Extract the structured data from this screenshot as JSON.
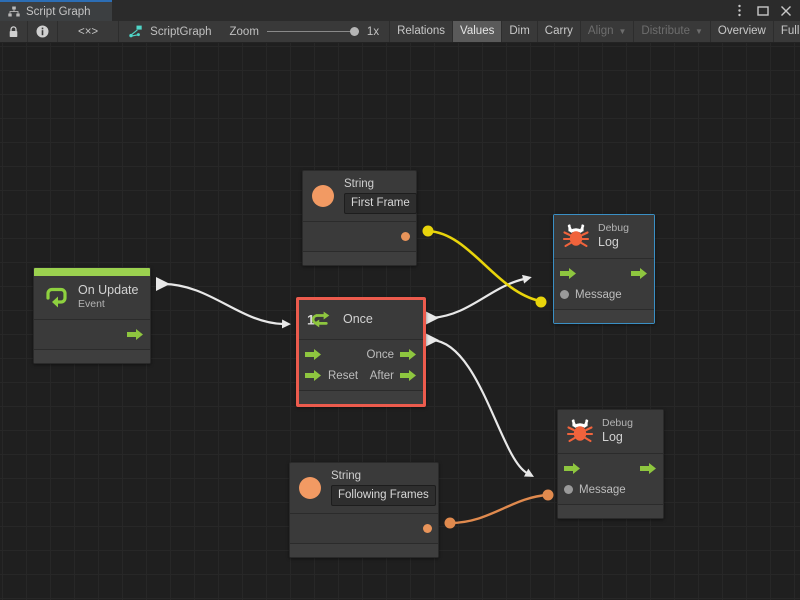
{
  "window": {
    "tab_label": "Script Graph",
    "tab_icon": "graph-icon",
    "controls": [
      {
        "name": "more-options",
        "glyph": "⋮"
      },
      {
        "name": "maximize",
        "glyph": "❐"
      },
      {
        "name": "close",
        "glyph": "✕"
      }
    ]
  },
  "toolbar": {
    "lock_icon": "lock-icon",
    "info_icon": "info-icon",
    "code_label": "<×>",
    "breadcrumb_icon": "scriptgraph-icon",
    "breadcrumb_label": "ScriptGraph",
    "zoom_label": "Zoom",
    "zoom_value": "1x",
    "buttons": [
      {
        "label": "Relations",
        "state": "normal",
        "caret": false
      },
      {
        "label": "Values",
        "state": "active",
        "caret": false
      },
      {
        "label": "Dim",
        "state": "normal",
        "caret": false
      },
      {
        "label": "Carry",
        "state": "normal",
        "caret": false
      },
      {
        "label": "Align",
        "state": "disabled",
        "caret": true
      },
      {
        "label": "Distribute",
        "state": "disabled",
        "caret": true
      },
      {
        "label": "Overview",
        "state": "normal",
        "caret": false
      },
      {
        "label": "Full Screen",
        "state": "normal",
        "caret": false
      }
    ]
  },
  "graph": {
    "nodes": {
      "on_update": {
        "title": "On Update",
        "subtitle": "Event",
        "icon": "update-loop-icon",
        "accent_color": "#9bd14f",
        "selected": false,
        "outputs": [
          {
            "label": "",
            "type": "flow"
          }
        ]
      },
      "string_first": {
        "title": "String",
        "icon": "string-circle-icon",
        "value": "First Frame",
        "output_port": "value-out",
        "selected": false
      },
      "string_following": {
        "title": "String",
        "icon": "string-circle-icon",
        "value": "Following Frames",
        "output_port": "value-out",
        "selected": false
      },
      "once": {
        "title": "Once",
        "icon": "once-loop-icon",
        "selected": true,
        "selection_color": "#ec5b4d",
        "inputs": [
          {
            "label": "",
            "type": "flow"
          },
          {
            "label": "Reset",
            "type": "flow"
          }
        ],
        "outputs": [
          {
            "label": "Once",
            "type": "flow"
          },
          {
            "label": "After",
            "type": "flow"
          }
        ]
      },
      "debug_log_top": {
        "subtitle": "Debug",
        "title": "Log",
        "icon": "bug-icon",
        "selected": true,
        "selection_color": "#3a8fc4",
        "inputs": [
          {
            "label": "",
            "type": "flow"
          },
          {
            "label": "Message",
            "type": "value"
          }
        ],
        "outputs": [
          {
            "label": "",
            "type": "flow"
          }
        ]
      },
      "debug_log_bottom": {
        "subtitle": "Debug",
        "title": "Log",
        "icon": "bug-icon",
        "selected": false,
        "inputs": [
          {
            "label": "",
            "type": "flow"
          },
          {
            "label": "Message",
            "type": "value"
          }
        ],
        "outputs": [
          {
            "label": "",
            "type": "flow"
          }
        ]
      }
    },
    "connections": [
      {
        "from": "on_update.out",
        "to": "once.enter",
        "color": "#e8e8e8"
      },
      {
        "from": "once.once",
        "to": "debug_log_top.enter",
        "color": "#e8e8e8"
      },
      {
        "from": "once.after",
        "to": "debug_log_bottom.enter",
        "color": "#e8e8e8"
      },
      {
        "from": "string_first.value",
        "to": "debug_log_top.message",
        "color": "#e8d40b"
      },
      {
        "from": "string_following.value",
        "to": "debug_log_bottom.message",
        "color": "#e08a4e"
      }
    ],
    "colors": {
      "canvas_bg": "#1f1f1f",
      "grid_minor": "#272727",
      "grid_major": "#303030",
      "node_bg": "#3a3a3a",
      "flow_green": "#8ec63f",
      "value_orange": "#e8945a",
      "wire_white": "#e8e8e8",
      "wire_yellow": "#e8d40b",
      "wire_orange": "#e08a4e"
    }
  }
}
